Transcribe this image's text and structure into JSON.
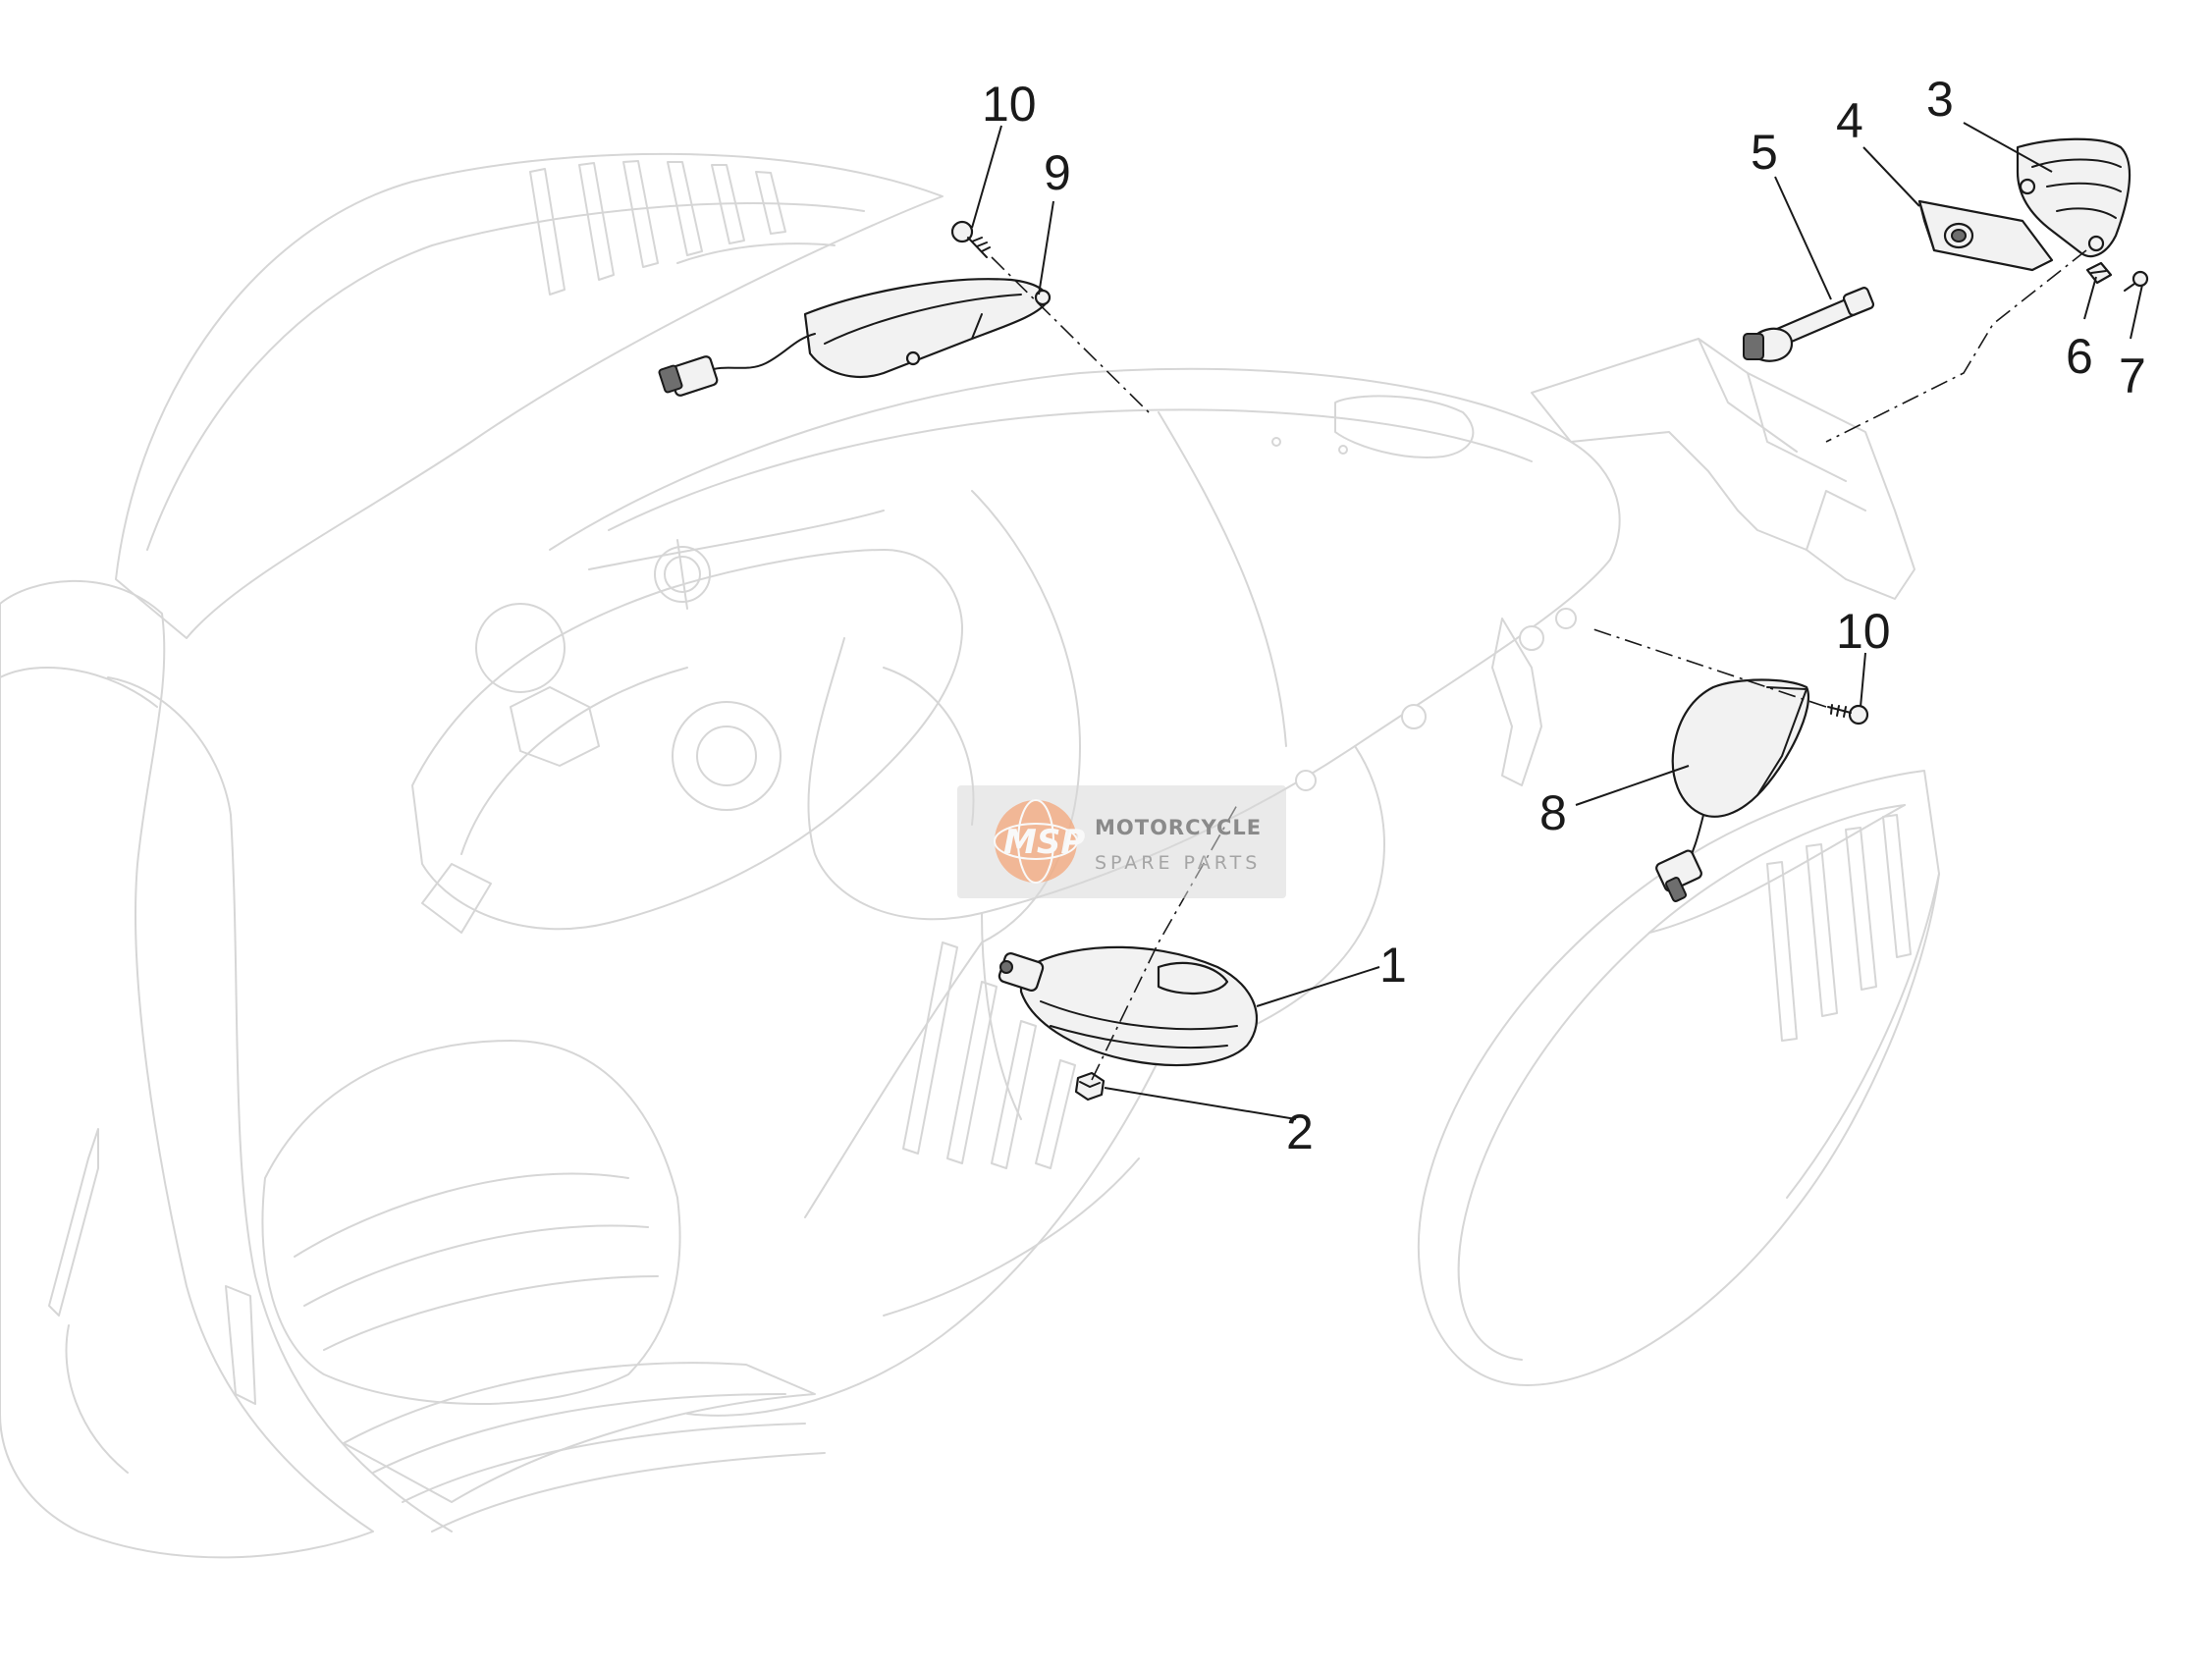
{
  "callouts": [
    {
      "id": "c1",
      "label": "1"
    },
    {
      "id": "c2",
      "label": "2"
    },
    {
      "id": "c3",
      "label": "3"
    },
    {
      "id": "c4",
      "label": "4"
    },
    {
      "id": "c5",
      "label": "5"
    },
    {
      "id": "c6",
      "label": "6"
    },
    {
      "id": "c7",
      "label": "7"
    },
    {
      "id": "c8",
      "label": "8"
    },
    {
      "id": "c9",
      "label": "9"
    },
    {
      "id": "c10a",
      "label": "10"
    },
    {
      "id": "c10b",
      "label": "10"
    }
  ],
  "watermark": {
    "logo_text": "MSP",
    "line1": "MOTORCYCLE",
    "line2": "SPARE PARTS",
    "logo_color": "#f4a77a"
  },
  "colors": {
    "ghost_outline": "#d6d6d6",
    "part_outline": "#1a1a1a"
  }
}
